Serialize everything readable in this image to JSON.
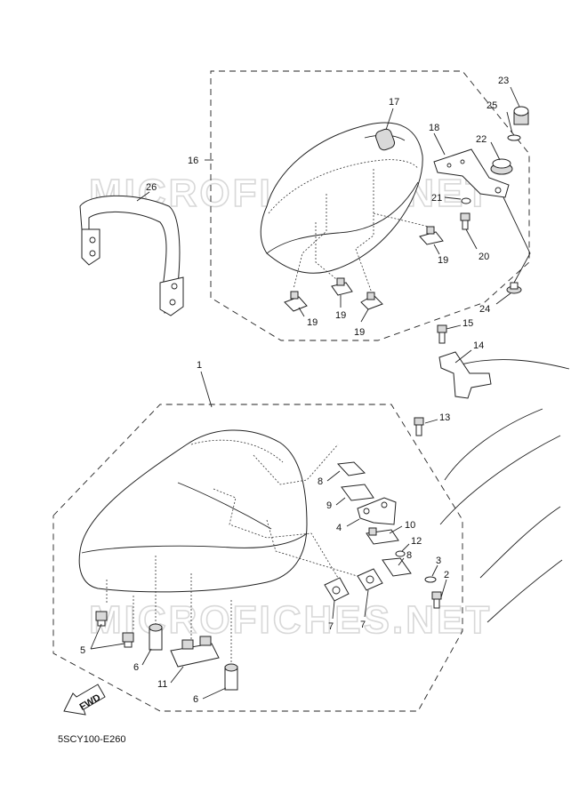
{
  "watermarks": [
    "MICROFICHES.NET",
    "MICROFICHES.NET"
  ],
  "diagram_code": "5SCY100-E260",
  "fwd_label": "FWD",
  "callouts": [
    "1",
    "2",
    "3",
    "4",
    "5",
    "6",
    "6",
    "7",
    "7",
    "8",
    "8",
    "9",
    "10",
    "11",
    "12",
    "13",
    "14",
    "15",
    "16",
    "17",
    "18",
    "19",
    "19",
    "19",
    "19",
    "20",
    "21",
    "22",
    "23",
    "24",
    "25",
    "26"
  ]
}
